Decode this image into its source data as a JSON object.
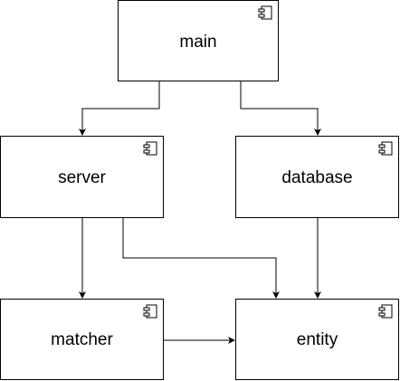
{
  "diagram": {
    "type": "uml-component",
    "components": [
      {
        "id": "main",
        "label": "main",
        "icon": "component-icon"
      },
      {
        "id": "server",
        "label": "server",
        "icon": "component-icon"
      },
      {
        "id": "database",
        "label": "database",
        "icon": "component-icon"
      },
      {
        "id": "matcher",
        "label": "matcher",
        "icon": "component-icon"
      },
      {
        "id": "entity",
        "label": "entity",
        "icon": "component-icon"
      }
    ],
    "edges": [
      {
        "from": "main",
        "to": "server"
      },
      {
        "from": "main",
        "to": "database"
      },
      {
        "from": "server",
        "to": "matcher"
      },
      {
        "from": "server",
        "to": "entity"
      },
      {
        "from": "database",
        "to": "entity"
      },
      {
        "from": "matcher",
        "to": "entity"
      }
    ],
    "colors": {
      "stroke": "#000000",
      "fill": "#ffffff"
    }
  }
}
